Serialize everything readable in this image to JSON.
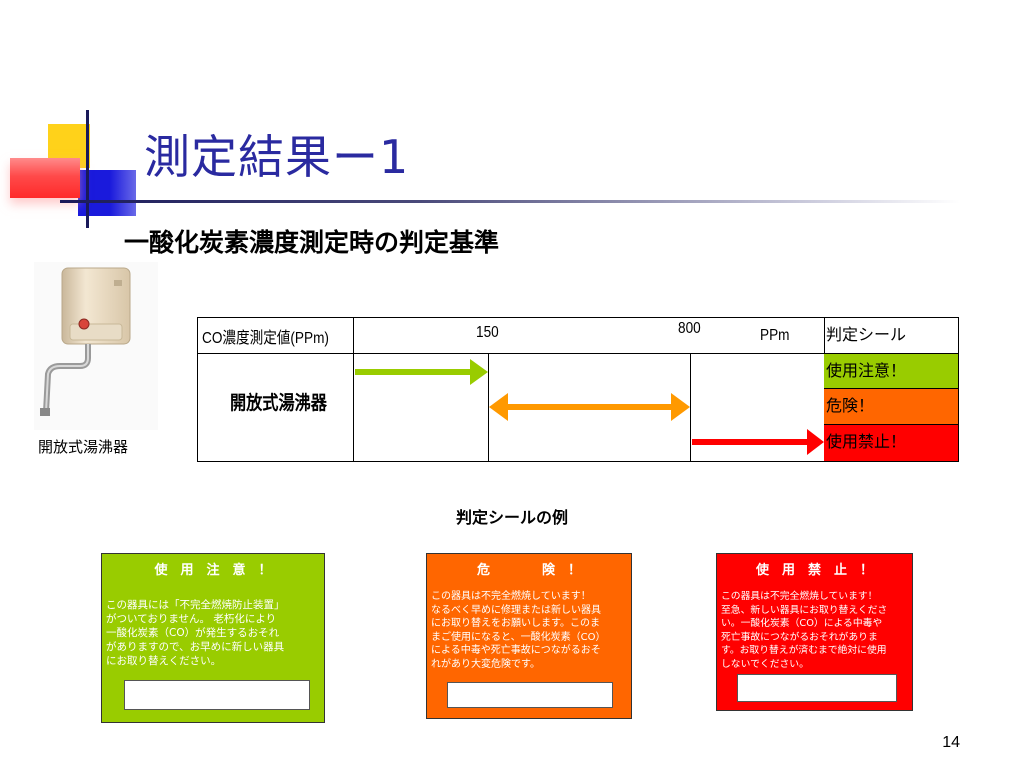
{
  "slide": {
    "title": "測定結果ー1",
    "subtitle": "一酸化炭素濃度測定時の判定基準",
    "heater_caption": "開放式湯沸器",
    "page_number": "14"
  },
  "table": {
    "header_label": "CO濃度測定値(PPm)",
    "tick_150": "150",
    "tick_800": "800",
    "unit": "PPm",
    "seal_header": "判定シール",
    "device_label": "開放式湯沸器",
    "seals": [
      {
        "label": "使用注意！",
        "color": "#99cc00"
      },
      {
        "label": "危険！",
        "color": "#ff6600"
      },
      {
        "label": "使用禁止！",
        "color": "#ff0000"
      }
    ],
    "arrow_colors": {
      "caution": "#99cc00",
      "danger": "#ff9900",
      "prohibited": "#ff0000"
    }
  },
  "seal_examples_heading": "判定シールの例",
  "cards": [
    {
      "title": "使　用　注　意　！",
      "lines": [
        "この器具には「不完全燃焼防止装置」",
        "がついておりません。 老朽化により",
        "一酸化炭素（CO）が発生するおそれ",
        "がありますので、お早めに新しい器具",
        "にお取り替えください。"
      ],
      "color": "#99cc00"
    },
    {
      "title": "危　　　　険　！",
      "lines": [
        "この器具は不完全燃焼しています！",
        "なるべく早めに修理または新しい器具",
        "にお取り替えをお願いします。このま",
        "まご使用になると、一酸化炭素（CO）",
        "による中毒や死亡事故につながるおそ",
        "れがあり大変危険です。"
      ],
      "color": "#ff6600"
    },
    {
      "title": "使　用　禁　止　！",
      "lines": [
        "この器具は不完全燃焼しています！",
        "至急、新しい器具にお取り替えくださ",
        "い。一酸化炭素（CO）による中毒や",
        "死亡事故につながるおそれがありま",
        "す。お取り替えが済むまで絶対に使用",
        "しないでください。"
      ],
      "color": "#ff0000"
    }
  ]
}
